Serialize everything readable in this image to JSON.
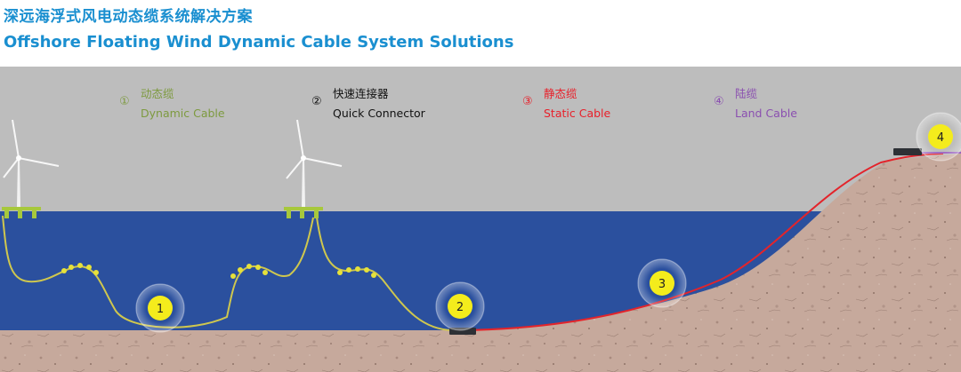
{
  "header": {
    "title_cn": "深远海浮式风电动态缆系统解决方案",
    "title_en": "Offshore Floating Wind Dynamic Cable System Solutions"
  },
  "legend": [
    {
      "num": "①",
      "cn": "动态缆",
      "en": "Dynamic Cable",
      "color": "#7d9a3f"
    },
    {
      "num": "②",
      "cn": "快速连接器",
      "en": "Quick Connector",
      "color": "#111111"
    },
    {
      "num": "③",
      "cn": "静态缆",
      "en": "Static Cable",
      "color": "#e8202a"
    },
    {
      "num": "④",
      "cn": "陆缆",
      "en": "Land Cable",
      "color": "#8a4fb0"
    }
  ],
  "markers": [
    {
      "label": "1"
    },
    {
      "label": "2"
    },
    {
      "label": "3"
    },
    {
      "label": "4"
    }
  ],
  "colors": {
    "sky": "#bcbcbc",
    "sea": "#2a4f9d",
    "seabed": "#c4a79a",
    "dynamic_cable": "#c9c24a",
    "static_cable": "#e3242b",
    "land_cable": "#9a63c0",
    "marker": "#f4ec1c"
  }
}
